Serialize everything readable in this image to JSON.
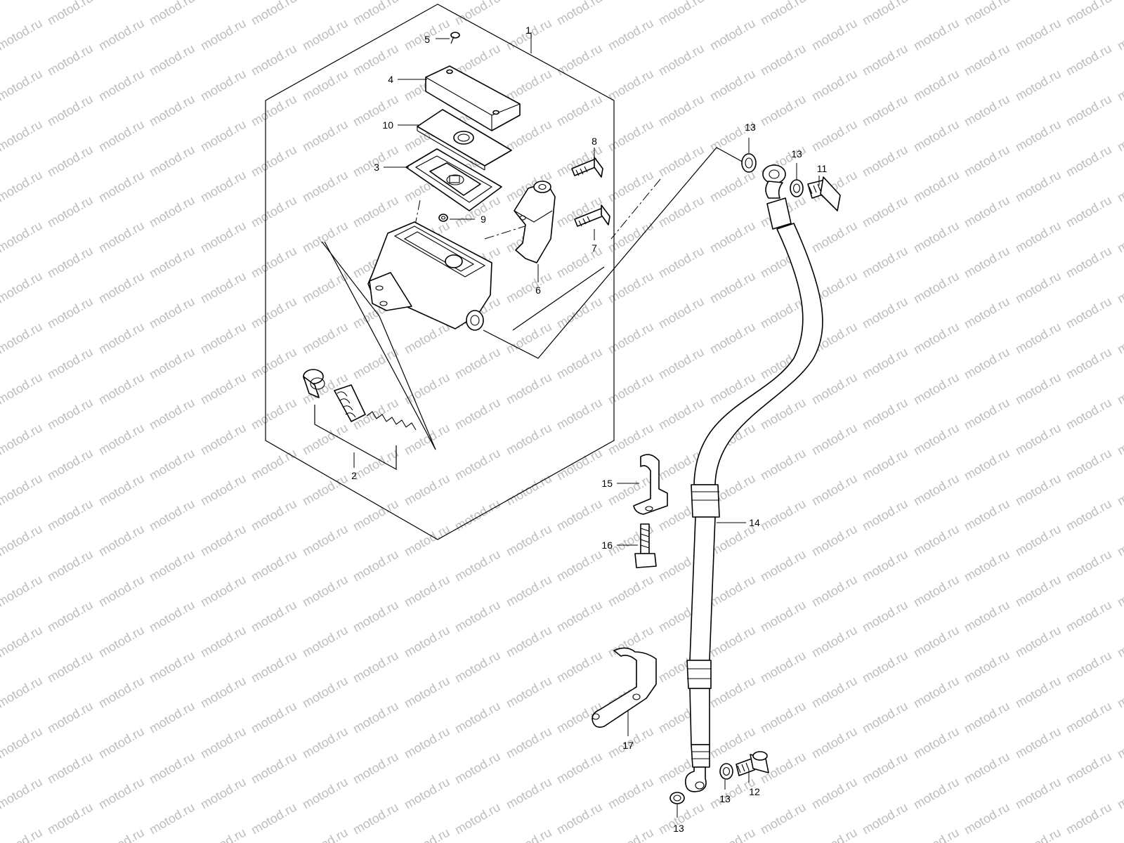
{
  "watermark": {
    "text": "motod.ru"
  },
  "callouts": {
    "c1": "1",
    "c2": "2",
    "c3": "3",
    "c4": "4",
    "c5": "5",
    "c6": "6",
    "c7": "7",
    "c8": "8",
    "c9": "9",
    "c10": "10",
    "c11": "11",
    "c12": "12",
    "c13a": "13",
    "c13b": "13",
    "c13c": "13",
    "c13d": "13",
    "c14": "14",
    "c15": "15",
    "c16": "16",
    "c17": "17"
  }
}
